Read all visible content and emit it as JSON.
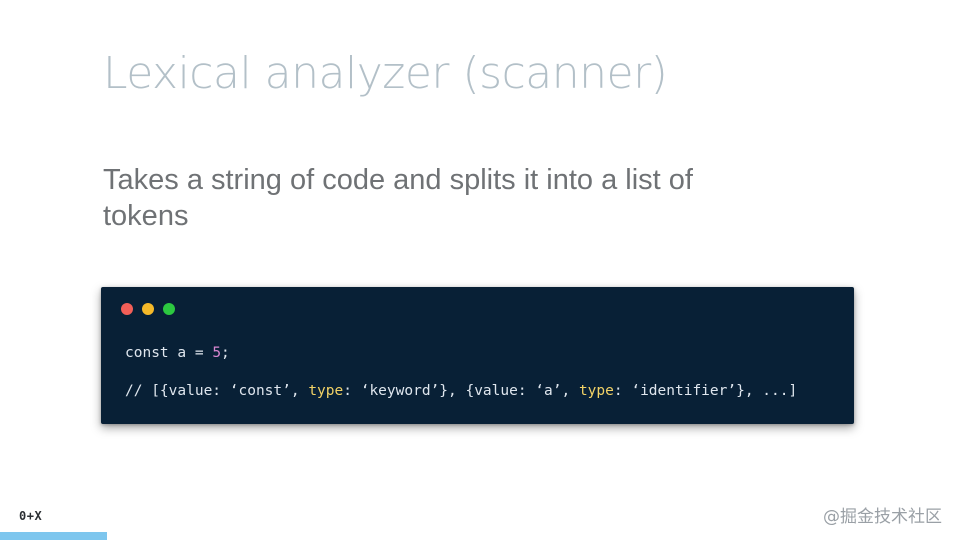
{
  "slide": {
    "title": "Lexical analyzer (scanner)",
    "description": "Takes a string of code and splits it into a list of tokens"
  },
  "code_window": {
    "traffic_lights": [
      {
        "name": "close",
        "color": "#f25f58"
      },
      {
        "name": "minimize",
        "color": "#f5b929"
      },
      {
        "name": "maximize",
        "color": "#2cc840"
      }
    ],
    "line1": {
      "prefix": "const a = ",
      "number": "5",
      "suffix": ";"
    },
    "line2": {
      "part1": "// [{value: ‘const’, ",
      "type_key1": "type",
      "part2": ": ‘keyword’}, {value: ‘a’, ",
      "type_key2": "type",
      "part3": ": ‘identifier’}, ...]"
    }
  },
  "footer": {
    "logo_text": "0+X",
    "watermark": "@掘金技术社区"
  },
  "colors": {
    "title": "#b3c0c8",
    "body_text": "#6f7275",
    "code_bg": "#082036",
    "code_text": "#dfe6ee",
    "number_token": "#d886d1",
    "keyword_token": "#f2d266",
    "accent_bar": "#7dc6ee"
  }
}
